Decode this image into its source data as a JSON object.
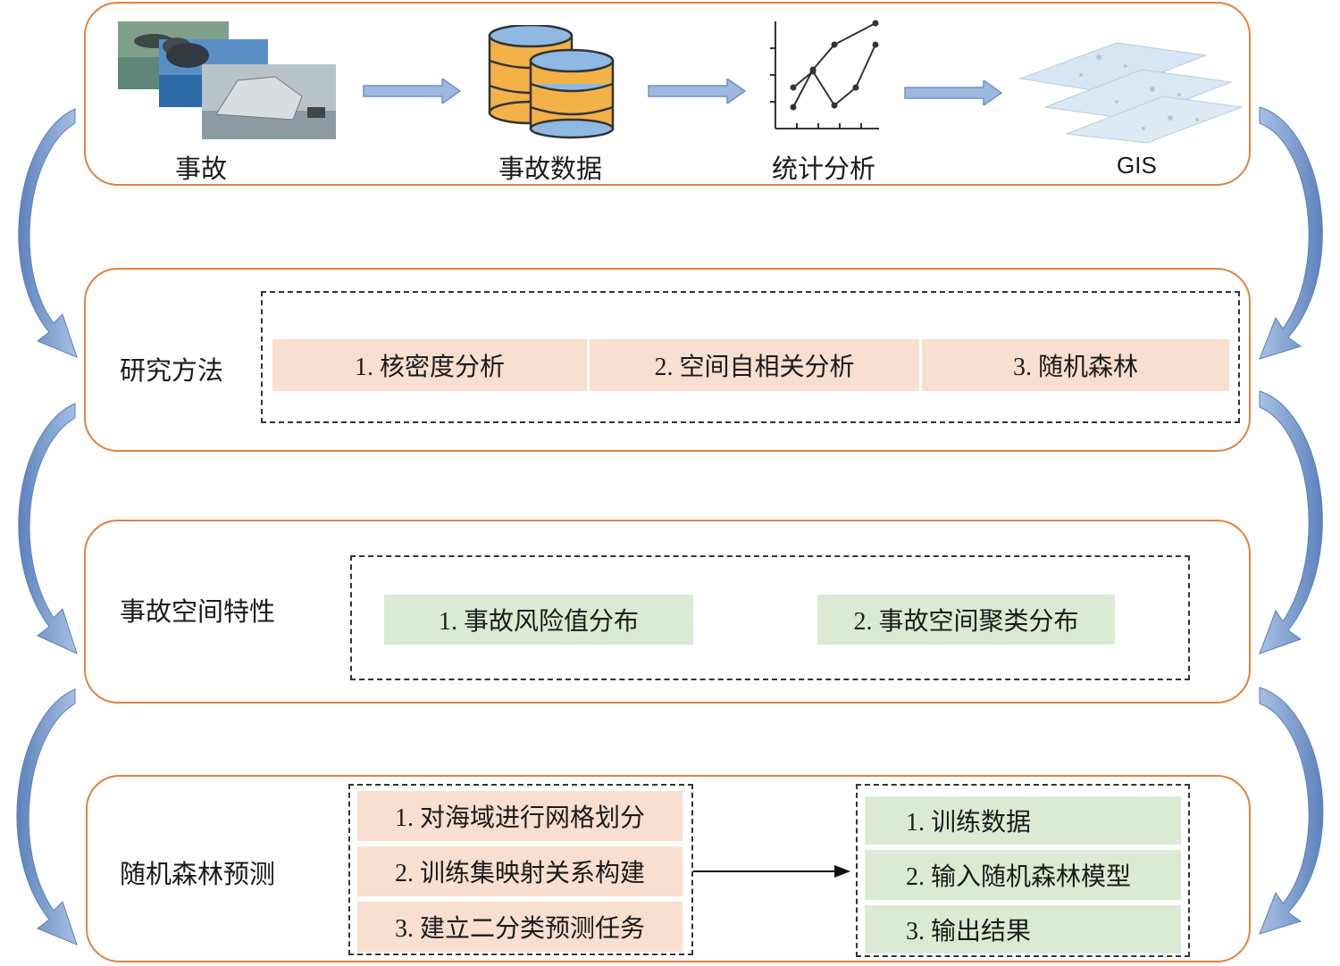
{
  "top": {
    "captions": [
      "事故",
      "事故数据",
      "统计分析",
      "GIS"
    ]
  },
  "methods": {
    "title": "研究方法",
    "items": [
      "1. 核密度分析",
      "2. 空间自相关分析",
      "3. 随机森林"
    ]
  },
  "spatial": {
    "title": "事故空间特性",
    "items": [
      "1. 事故风险值分布",
      "2. 事故空间聚类分布"
    ]
  },
  "forest": {
    "title": "随机森林预测",
    "left_items": [
      "1. 对海域进行网格划分",
      "2. 训练集映射关系构建",
      "3. 建立二分类预测任务"
    ],
    "right_items": [
      "1. 训练数据",
      "2. 输入随机森林模型",
      "3. 输出结果"
    ]
  },
  "colors": {
    "panel_border": "#e0823f",
    "pink": "#f8dfd0",
    "green": "#dbebd3",
    "flow_arrow": "#6f93c8"
  }
}
